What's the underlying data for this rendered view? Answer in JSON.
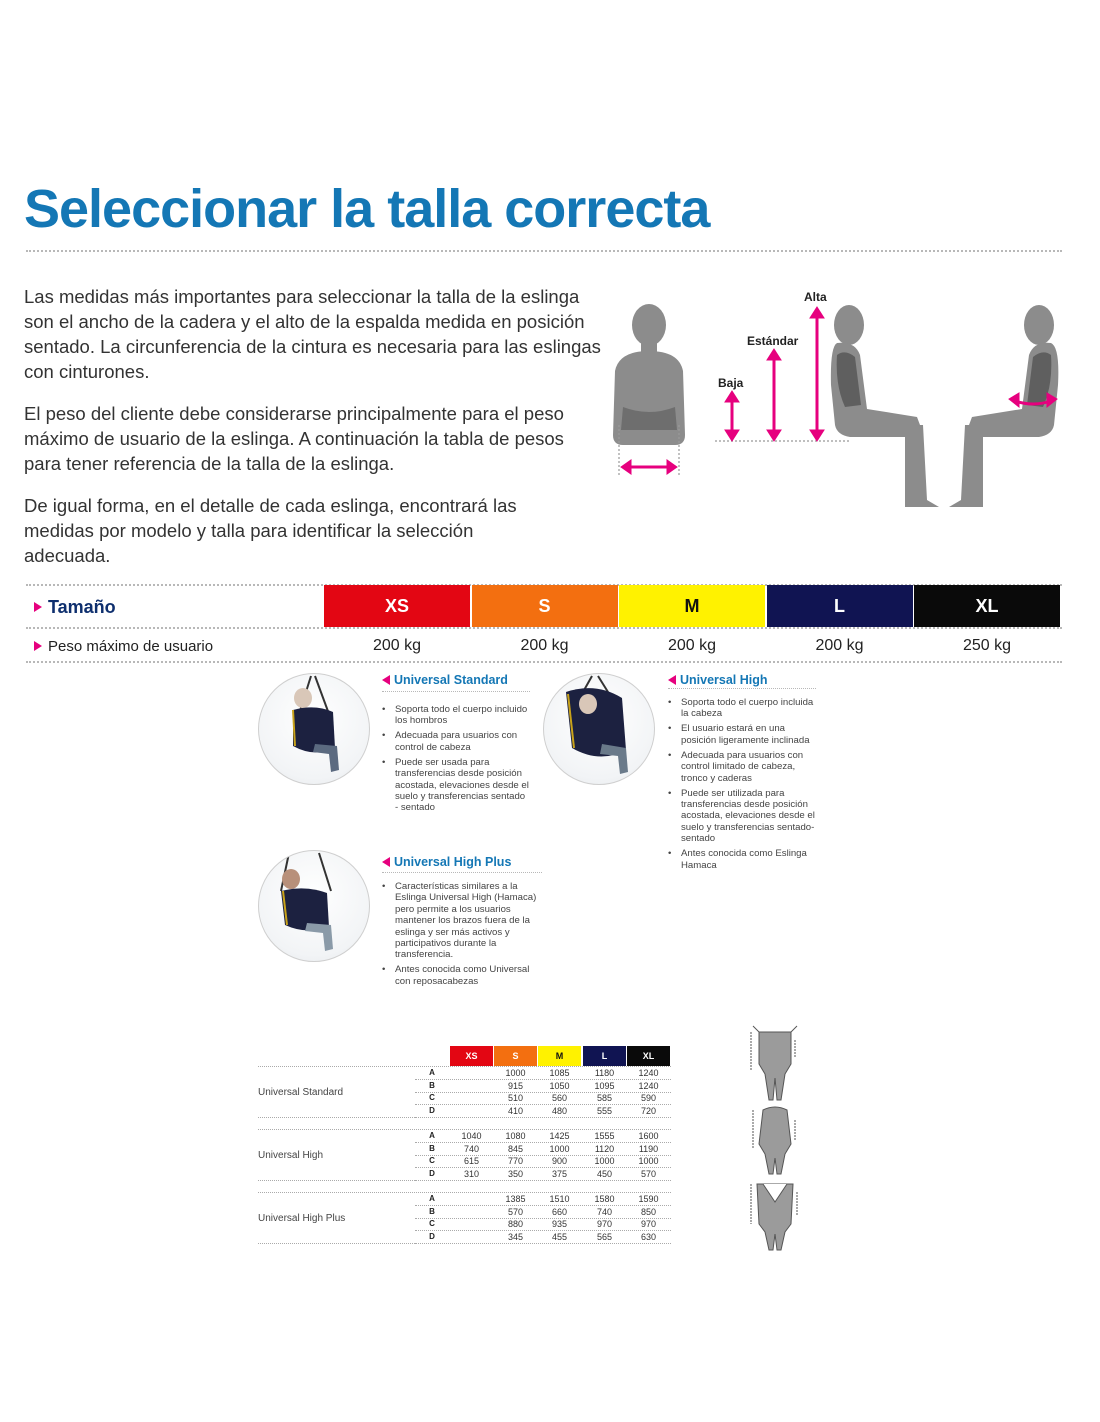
{
  "title": "Seleccionar la talla correcta",
  "intro": {
    "p1": "Las medidas más importantes para seleccionar la talla de la eslinga son el ancho de la cadera y el alto de la espalda medida en posición sentado. La circunferencia de la cintura es necesaria para las eslingas con cinturones.",
    "p2": "El peso del cliente debe considerarse principalmente para el peso máximo de usuario de la eslinga. A continuación la tabla de pesos para tener referencia de la talla de la eslinga.",
    "p3": "De igual forma, en el detalle de cada eslinga, encontrará las medidas por modelo y talla para identificar la selección adecuada."
  },
  "figure": {
    "label_alta": "Alta",
    "label_estandar": "Estándar",
    "label_baja": "Baja",
    "accent_color": "#e6007e"
  },
  "size_table": {
    "size_label": "Tamaño",
    "weight_label": "Peso máximo de usuario",
    "sizes": [
      {
        "name": "XS",
        "color": "#e30613",
        "weight": "200 kg"
      },
      {
        "name": "S",
        "color": "#f36f10",
        "weight": "200 kg"
      },
      {
        "name": "M",
        "color": "#fff200",
        "weight": "200 kg"
      },
      {
        "name": "L",
        "color": "#101452",
        "weight": "200 kg"
      },
      {
        "name": "XL",
        "color": "#0a0a0a",
        "weight": "250 kg"
      }
    ]
  },
  "products": [
    {
      "name": "Universal Standard",
      "bullets": [
        "Soporta todo el cuerpo incluido los hombros",
        "Adecuada para usuarios con control de cabeza",
        "Puede ser usada para transferencias desde posición acostada, elevaciones desde el suelo y transferencias sentado - sentado"
      ]
    },
    {
      "name": "Universal High",
      "bullets": [
        "Soporta todo el cuerpo incluida la cabeza",
        "El usuario estará en una posición ligeramente inclinada",
        "Adecuada para usuarios con control limitado de cabeza, tronco y caderas",
        "Puede ser utilizada para transferencias desde posición acostada, elevaciones desde el suelo y transferencias sentado-sentado",
        "Antes conocida como Eslinga Hamaca"
      ]
    },
    {
      "name": "Universal High Plus",
      "bullets": [
        "Características similares a la Eslinga Universal High (Hamaca) pero permite a los usuarios mantener los brazos fuera de la eslinga y ser más activos y participativos durante la transferencia.",
        "Antes conocida como Universal con reposacabezas"
      ]
    }
  ],
  "dimensions": {
    "sizes": [
      "XS",
      "S",
      "M",
      "L",
      "XL"
    ],
    "rows": [
      {
        "name": "Universal Standard",
        "lines": [
          {
            "letter": "A",
            "values": [
              "",
              "1000",
              "1085",
              "1180",
              "1240"
            ]
          },
          {
            "letter": "B",
            "values": [
              "",
              "915",
              "1050",
              "1095",
              "1240"
            ]
          },
          {
            "letter": "C",
            "values": [
              "",
              "510",
              "560",
              "585",
              "590"
            ]
          },
          {
            "letter": "D",
            "values": [
              "",
              "410",
              "480",
              "555",
              "720"
            ]
          }
        ]
      },
      {
        "name": "Universal High",
        "lines": [
          {
            "letter": "A",
            "values": [
              "1040",
              "1080",
              "1425",
              "1555",
              "1600"
            ]
          },
          {
            "letter": "B",
            "values": [
              "740",
              "845",
              "1000",
              "1120",
              "1190"
            ]
          },
          {
            "letter": "C",
            "values": [
              "615",
              "770",
              "900",
              "1000",
              "1000"
            ]
          },
          {
            "letter": "D",
            "values": [
              "310",
              "350",
              "375",
              "450",
              "570"
            ]
          }
        ]
      },
      {
        "name": "Universal High Plus",
        "lines": [
          {
            "letter": "A",
            "values": [
              "",
              "1385",
              "1510",
              "1580",
              "1590"
            ]
          },
          {
            "letter": "B",
            "values": [
              "",
              "570",
              "660",
              "740",
              "850"
            ]
          },
          {
            "letter": "C",
            "values": [
              "",
              "880",
              "935",
              "970",
              "970"
            ]
          },
          {
            "letter": "D",
            "values": [
              "",
              "345",
              "455",
              "565",
              "630"
            ]
          }
        ]
      }
    ]
  }
}
